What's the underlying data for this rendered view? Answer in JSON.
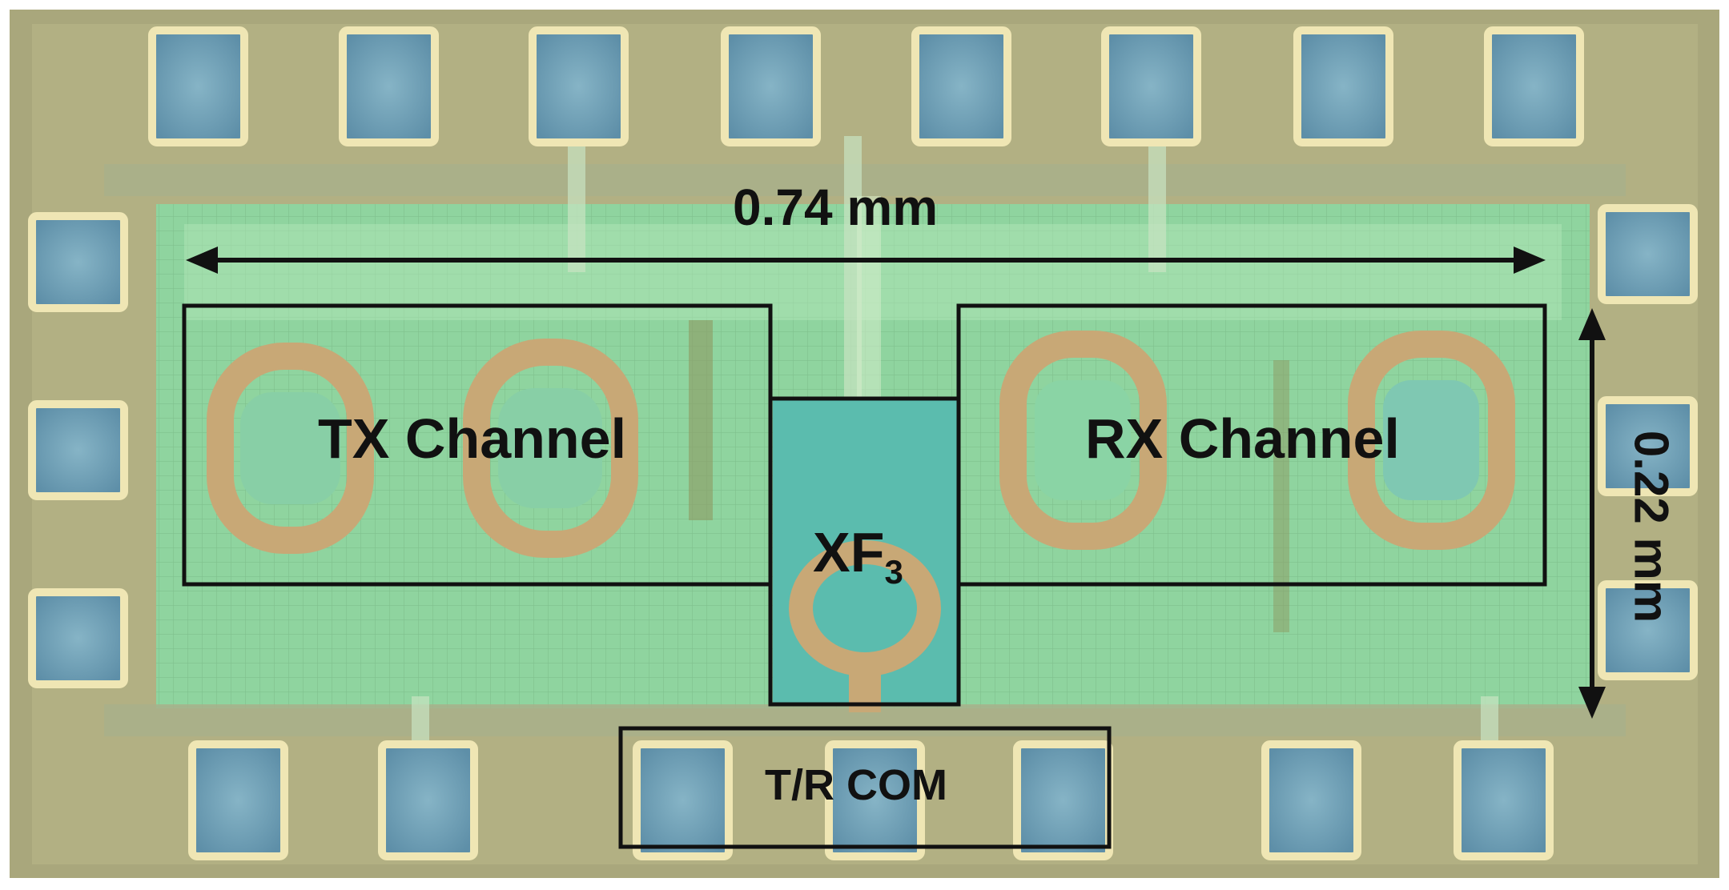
{
  "labels": {
    "width_dimension": "0.74 mm",
    "height_dimension": "0.22 mm",
    "tx_channel": "TX Channel",
    "rx_channel": "RX Channel",
    "xf3_base": "XF",
    "xf3_subscript": "3",
    "tr_com": "T/R COM"
  },
  "colors": {
    "background": "#ffffff",
    "die_frame": "#a5a57a",
    "die_ring": "#b6b48a",
    "core_green": "#8fd6a1",
    "core_light": "#b8ecbf",
    "bond_pad": "#6fa0b8",
    "pad_border": "#efe6b4",
    "inductor_copper": "#c8a876",
    "inductor_center": "#7fc8b2",
    "transformer_teal": "#5bbcae",
    "annotation": "#111111"
  },
  "pads": {
    "top_count": 8,
    "bottom_count": 7,
    "left_count": 3,
    "right_count": 3
  }
}
